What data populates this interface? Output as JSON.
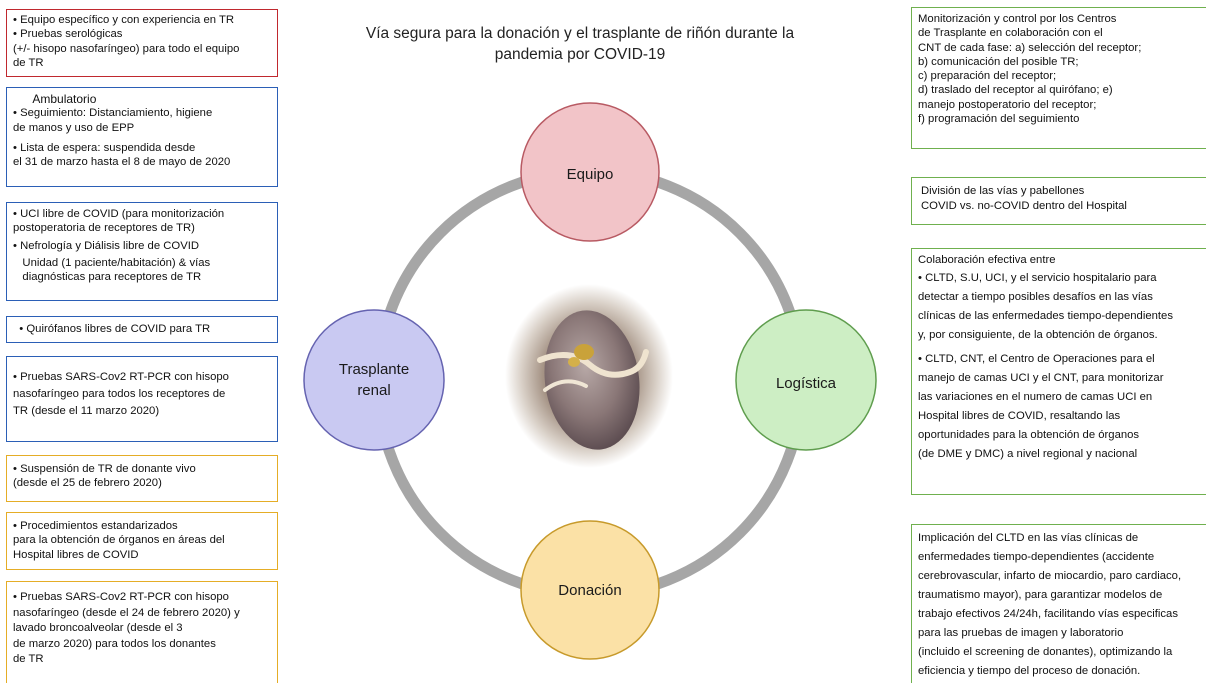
{
  "title": {
    "line1": "Vía segura para la donación y el trasplante de riñón durante la",
    "line2": "pandemia por COVID-19"
  },
  "circles": {
    "top": {
      "label": "Equipo",
      "color": "#f2c4c8",
      "stroke": "#b85a63"
    },
    "left": {
      "line1": "Trasplante",
      "line2": "renal",
      "color": "#c9c9f2",
      "stroke": "#6563b0"
    },
    "right": {
      "label": "Logística",
      "color": "#cdeec4",
      "stroke": "#5f9d4e"
    },
    "bottom": {
      "label": "Donación",
      "color": "#fbe1a6",
      "stroke": "#c79a2b"
    }
  },
  "kidney_image": {
    "description_icon": "kidney-photo"
  },
  "left_boxes": {
    "b1": {
      "l1": "• Equipo específico y con experiencia en TR",
      "l2": "• Pruebas serológicas",
      "l3": "(+/- hisopo nasofaríngeo) para todo el equipo",
      "l4": "de TR"
    },
    "b2": {
      "l1": "      Ambulatorio",
      "l2": "• Seguimiento: Distanciamiento, higiene",
      "l3": "de manos y uso de EPP",
      "l4": "• Lista de espera: suspendida desde",
      "l5": "el 31 de marzo hasta el 8 de mayo de 2020"
    },
    "b3": {
      "l1": "• UCI libre de COVID (para monitorización",
      "l2": "postoperatoria de receptores de TR)",
      "l3": "• Nefrología y Diálisis libre de COVID",
      "l4": "   Unidad (1 paciente/habitación) & vías",
      "l5": "   diagnósticas para receptores de TR"
    },
    "b4": {
      "l1": "  • Quirófanos libres de COVID para TR"
    },
    "b5": {
      "l1": "• Pruebas SARS-Cov2 RT-PCR con hisopo",
      "l2": "nasofaríngeo para todos los receptores de",
      "l3": "TR (desde el 11 marzo 2020)"
    },
    "b6": {
      "l1": "• Suspensión de TR de donante vivo",
      "l2": "(desde el 25 de febrero 2020)"
    },
    "b7": {
      "l1": "• Procedimientos estandarizados",
      "l2": "para la obtención de órganos en áreas del",
      "l3": "Hospital libres de COVID"
    },
    "b8": {
      "l1": "• Pruebas SARS-Cov2 RT-PCR con hisopo",
      "l2": "nasofaríngeo (desde el 24 de febrero 2020) y",
      "l3": "lavado broncoalveolar (desde el 3",
      "l4": "de marzo 2020) para todos los donantes",
      "l5": "de TR"
    }
  },
  "right_boxes": {
    "r1": {
      "l1": "Monitorización y control por los Centros",
      "l2": "de Trasplante en colaboración con el",
      "l3": "CNT de cada fase: a) selección del receptor;",
      "l4": "b) comunicación del posible TR;",
      "l5": "c) preparación del receptor;",
      "l6": "d) traslado del receptor al quirófano; e)",
      "l7": "manejo postoperatorio del receptor;",
      "l8": "f) programación del seguimiento"
    },
    "r2": {
      "l1": "División de las vías y pabellones",
      "l2": "COVID vs. no-COVID dentro del Hospital"
    },
    "r3": {
      "l1": "Colaboración efectiva entre",
      "l2": "• CLTD, S.U, UCI, y el servicio hospitalario para",
      "l3": "detectar a tiempo posibles desafíos en las vías",
      "l4": "clínicas de las enfermedades tiempo-dependientes",
      "l5": "y, por consiguiente, de la obtención de órganos.",
      "l6": "• CLTD, CNT, el Centro de Operaciones para el",
      "l7": "manejo de camas UCI y el CNT, para monitorizar",
      "l8": "las variaciones en el numero de camas UCI en",
      "l9": "Hospital libres de COVID, resaltando las",
      "l10": "oportunidades para la obtención de órganos",
      "l11": "(de DME y DMC) a nivel regional y nacional"
    },
    "r4": {
      "l1": "Implicación del CLTD en las vías clínicas de",
      "l2": "enfermedades tiempo-dependientes (accidente",
      "l3": "cerebrovascular, infarto de miocardio, paro cardiaco,",
      "l4": "traumatismo mayor), para garantizar modelos de",
      "l5": "trabajo efectivos 24/24h, facilitando vías especificas",
      "l6": "para las pruebas de imagen y laboratorio",
      "l7": "(incluido el screening de donantes), optimizando la",
      "l8": "eficiencia y tiempo del proceso de donación."
    }
  }
}
